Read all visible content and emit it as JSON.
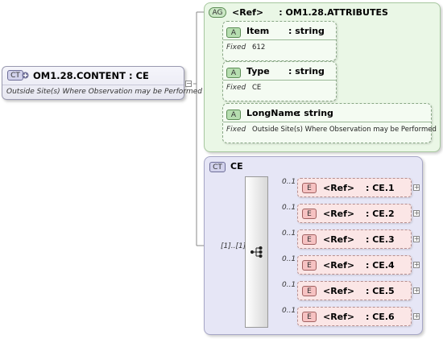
{
  "root": {
    "badge": "CT",
    "title": "OM1.28.CONTENT : CE",
    "documentation": "Outside Site(s) Where Observation may be Performed"
  },
  "attribute_group": {
    "badge": "AG",
    "title": "<Ref>     : OM1.28.ATTRIBUTES",
    "attributes": [
      {
        "badge": "A",
        "name": "Item",
        "type": ": string",
        "fixed_label": "Fixed",
        "fixed_value": "612"
      },
      {
        "badge": "A",
        "name": "Type",
        "type": ": string",
        "fixed_label": "Fixed",
        "fixed_value": "CE"
      },
      {
        "badge": "A",
        "name": "LongName",
        "type": ": string",
        "fixed_label": "Fixed",
        "fixed_value": "Outside Site(s) Where Observation may be Performed"
      }
    ]
  },
  "ce_type": {
    "badge": "CT",
    "title": "CE",
    "sequence_occurrence": "[1]..[1]",
    "elements": [
      {
        "badge": "E",
        "ref": "<Ref>",
        "type": ": CE.1",
        "occurrence": "0..1"
      },
      {
        "badge": "E",
        "ref": "<Ref>",
        "type": ": CE.2",
        "occurrence": "0..1"
      },
      {
        "badge": "E",
        "ref": "<Ref>",
        "type": ": CE.3",
        "occurrence": "0..1"
      },
      {
        "badge": "E",
        "ref": "<Ref>",
        "type": ": CE.4",
        "occurrence": "0..1"
      },
      {
        "badge": "E",
        "ref": "<Ref>",
        "type": ": CE.5",
        "occurrence": "0..1"
      },
      {
        "badge": "E",
        "ref": "<Ref>",
        "type": ": CE.6",
        "occurrence": "0..1"
      }
    ]
  }
}
